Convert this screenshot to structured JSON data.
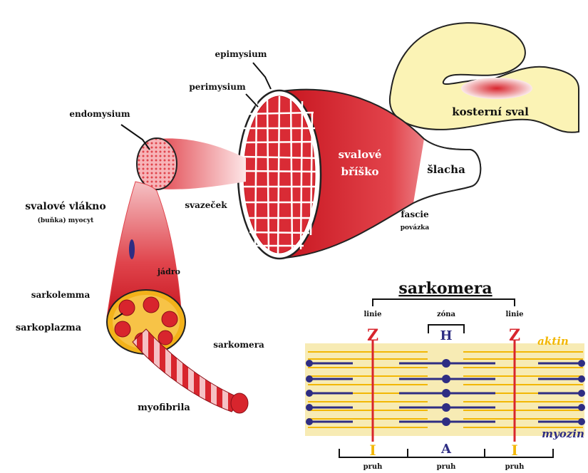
{
  "labels": {
    "epimysium": "epimysium",
    "perimysium": "perimysium",
    "endomysium": "endomysium",
    "muscle_fiber": "svalové vlákno",
    "muscle_fiber_sub": "(buňka) myocyt",
    "fascicle": "svazeček",
    "belly": [
      "svalové",
      "bříško"
    ],
    "tendon": "šlacha",
    "fascia": "fascie",
    "fascia_sub": "povázka",
    "skeletal_muscle": "kosterní sval",
    "nucleus": "jádro",
    "sarcolemma": "sarkolemma",
    "sarcoplasm": "sarkoplazma",
    "sarcomere_small": "sarkomera",
    "myofibril": "myofibrila"
  },
  "sarcomere": {
    "title": "sarkomera",
    "line_left": "linie",
    "line_right": "linie",
    "zone_h": "zóna",
    "z_left": "Z",
    "z_right": "Z",
    "h": "H",
    "actin": "aktin",
    "myosin": "myozin",
    "i_left": "I",
    "a": "A",
    "i_right": "I",
    "band_left": "pruh",
    "band_mid": "pruh",
    "band_right": "pruh"
  },
  "colors": {
    "muscle_red": "#d92b35",
    "muscle_light": "#f07a80",
    "bone_yellow": "#fbf3b5",
    "band_yellow": "#f7ebb4",
    "z_red": "#d8252d",
    "myosin_blue": "#2e2d83",
    "actin_yellow": "#f2b705",
    "i_yellow": "#f2b705"
  }
}
